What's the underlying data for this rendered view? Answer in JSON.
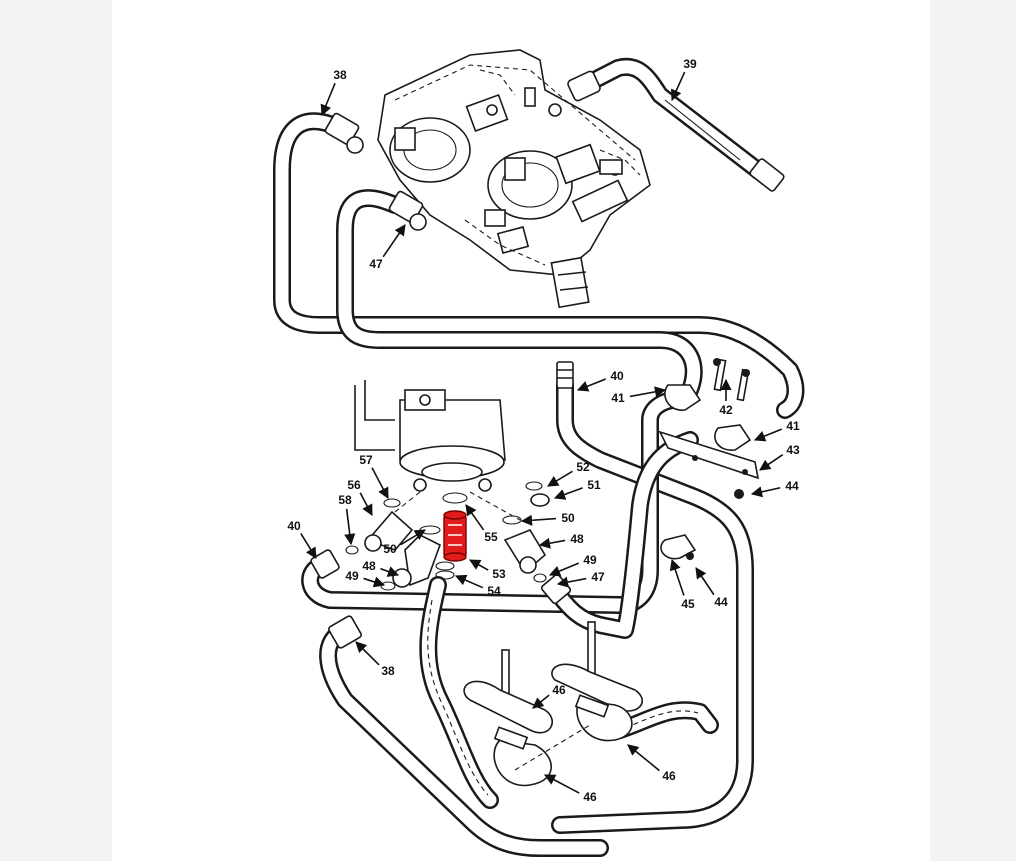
{
  "diagram": {
    "callouts": [
      "38",
      "39",
      "47",
      "40",
      "41",
      "42",
      "41",
      "43",
      "44",
      "57",
      "56",
      "58",
      "52",
      "51",
      "50",
      "50",
      "55",
      "48",
      "40",
      "48",
      "49",
      "53",
      "54",
      "49",
      "47",
      "45",
      "44",
      "38",
      "46",
      "46",
      "46"
    ],
    "highlight_color": "#e21c1c",
    "highlighted_part": "55"
  }
}
